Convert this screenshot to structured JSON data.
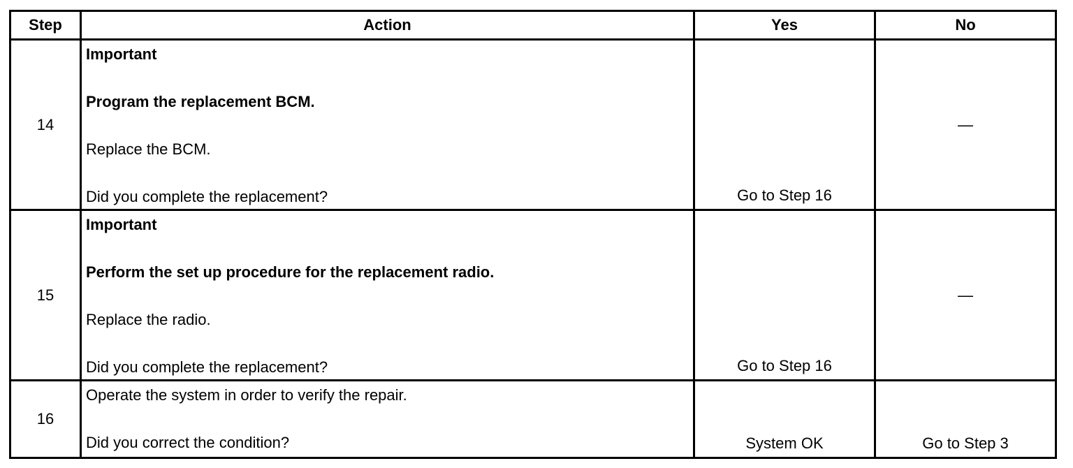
{
  "headers": [
    "Step",
    "Action",
    "Yes",
    "No"
  ],
  "rows": [
    {
      "step": "14",
      "action": [
        "Important",
        "Program the replacement BCM.",
        "Replace the BCM.",
        "Did you complete the replacement?"
      ],
      "yes": "Go to Step 16",
      "no": "—"
    },
    {
      "step": "15",
      "action": [
        "Important",
        "Perform the set up procedure for the replacement radio.",
        "Replace the radio.",
        "Did you complete the replacement?"
      ],
      "yes": "Go to Step 16",
      "no": "—"
    },
    {
      "step": "16",
      "action": [
        "Operate the system in order to verify the repair.",
        "Did you correct the condition?"
      ],
      "yes": "System OK",
      "no": "Go to Step 3"
    }
  ]
}
